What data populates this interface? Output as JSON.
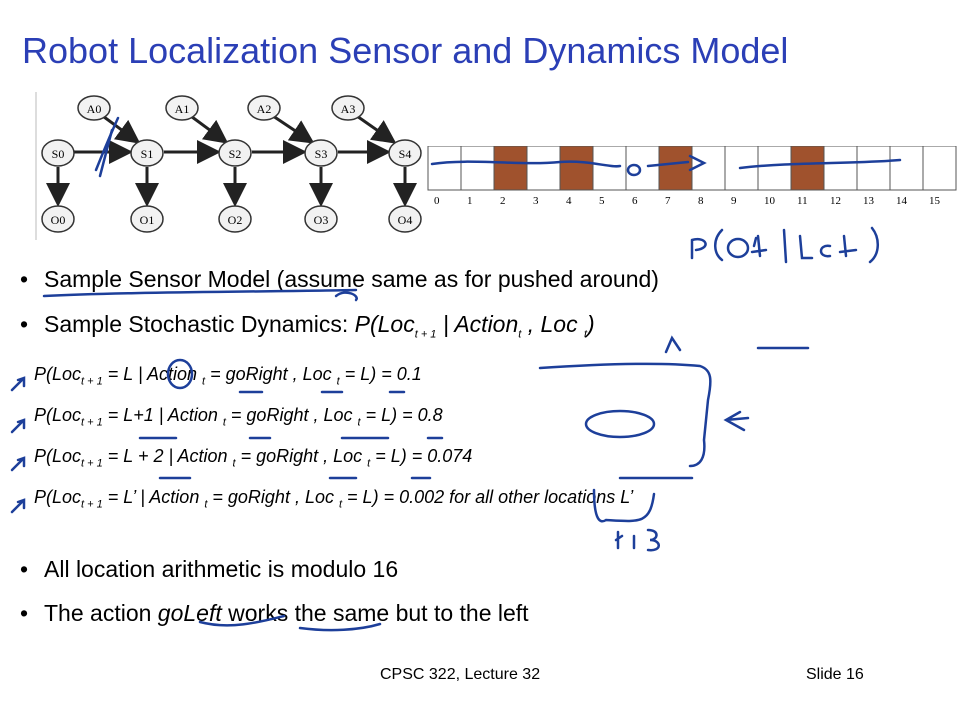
{
  "title": "Robot Localization Sensor and Dynamics Model",
  "dbn": {
    "actions": [
      "A0",
      "A1",
      "A2",
      "A3"
    ],
    "states": [
      "S0",
      "S1",
      "S2",
      "S3",
      "S4"
    ],
    "observations": [
      "O0",
      "O1",
      "O2",
      "O3",
      "O4"
    ]
  },
  "grid": {
    "labels": [
      "0",
      "1",
      "2",
      "3",
      "4",
      "5",
      "6",
      "7",
      "8",
      "9",
      "10",
      "11",
      "12",
      "13",
      "14",
      "15"
    ],
    "shaded": [
      2,
      4,
      7,
      11
    ],
    "shade_color": "#a0522d"
  },
  "bullets": {
    "b1_pre": "Sample Sensor Model",
    "b1_post": " (assume same as for pushed around)",
    "b2_pre": "Sample Stochastic Dynamics: ",
    "b2_formula_a": "P(Loc",
    "b2_formula_sub1": "t + 1",
    "b2_formula_b": " | Action",
    "b2_formula_sub2": "t",
    "b2_formula_c": " , Loc ",
    "b2_formula_sub3": "t",
    "b2_formula_d": ")",
    "b3": "All location arithmetic is modulo 16",
    "b4_pre": "The action ",
    "b4_em": "goLeft",
    "b4_post": " works the same but to the left"
  },
  "equations": [
    {
      "a": "P(Loc",
      "s1": "t + 1",
      "b": " = L  | Action ",
      "s2": "t",
      "c": " = goRight , Loc ",
      "s3": "t",
      "d": " = L) = 0.1"
    },
    {
      "a": "P(Loc",
      "s1": "t + 1",
      "b": " = L+1 | Action ",
      "s2": "t",
      "c": " = goRight , Loc ",
      "s3": "t",
      "d": " = L) = 0.8"
    },
    {
      "a": "P(Loc",
      "s1": "t + 1",
      "b": " = L + 2 | Action ",
      "s2": "t",
      "c": " = goRight , Loc ",
      "s3": "t",
      "d": " = L) = 0.074"
    },
    {
      "a": "P(Loc",
      "s1": "t + 1",
      "b": " = L’ | Action ",
      "s2": "t",
      "c": " = goRight , Loc ",
      "s3": "t",
      "d": " = L) = 0.002   for all other locations L’"
    }
  ],
  "footer": {
    "lecture": "CPSC 322, Lecture 32",
    "slide": "Slide 16"
  },
  "colors": {
    "title": "#2b3fb6",
    "ink": "#1d3f9a"
  }
}
